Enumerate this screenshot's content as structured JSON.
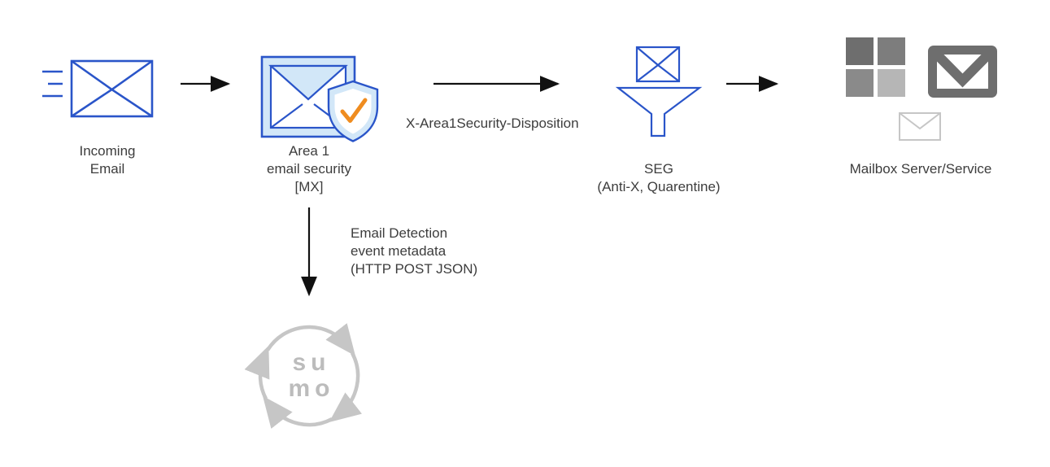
{
  "nodes": {
    "incoming_email": {
      "label": "Incoming\nEmail"
    },
    "area1": {
      "label": "Area 1\nemail security\n[MX]"
    },
    "seg": {
      "label": "SEG\n(Anti-X, Quarentine)"
    },
    "mailbox": {
      "label": "Mailbox Server/Service"
    },
    "sumo_logic": {
      "wordmark_top": "su",
      "wordmark_bottom": "mo"
    }
  },
  "edges": {
    "incoming_to_area1": {
      "label": ""
    },
    "area1_to_seg": {
      "label": "X-Area1Security-Disposition"
    },
    "seg_to_mailbox": {
      "label": ""
    },
    "area1_to_sumo": {
      "label": "Email Detection\nevent metadata\n(HTTP POST JSON)"
    }
  },
  "icons": [
    {
      "name": "incoming-email-icon",
      "glyph": "envelope-outline-with-speed-lines"
    },
    {
      "name": "area1-email-security-icon",
      "glyph": "envelope-with-shield-check"
    },
    {
      "name": "shield-check-icon",
      "glyph": "shield-with-orange-check"
    },
    {
      "name": "seg-filter-icon",
      "glyph": "envelope-over-funnel"
    },
    {
      "name": "microsoft-logo-icon",
      "glyph": "four-squares"
    },
    {
      "name": "gmail-icon",
      "glyph": "envelope-with-m"
    },
    {
      "name": "mail-service-icon",
      "glyph": "small-gray-envelope"
    },
    {
      "name": "sumo-logic-logo-icon",
      "glyph": "circular-arrows"
    }
  ],
  "colors": {
    "diagram_blue": "#2a55c9",
    "light_blue_fill": "#d2e7f8",
    "check_orange": "#ef8c1f",
    "arrow_black": "#111111",
    "text_gray": "#3d3d3d",
    "ms_gray_dark": "#6e6e6e",
    "ms_gray_light": "#b6b6b6",
    "sumo_gray": "#c6c6c6"
  }
}
